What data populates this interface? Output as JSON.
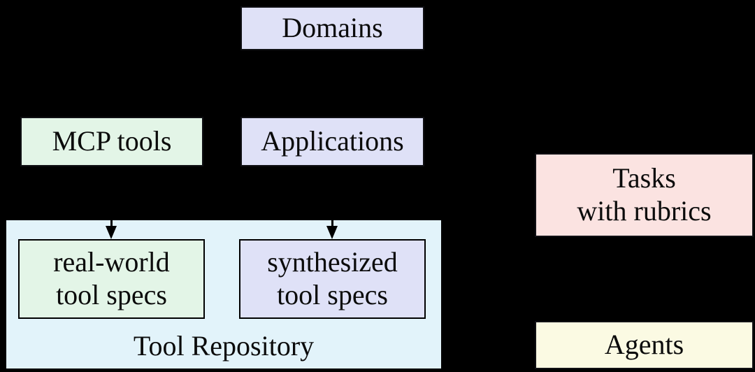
{
  "diagram": {
    "background": "#000000",
    "text_color": "#0b0b0b",
    "nodes": {
      "domains": {
        "label": "Domains",
        "fill": "#dfe1f7"
      },
      "mcp_tools": {
        "label": "MCP tools",
        "fill": "#e3f5e7"
      },
      "applications": {
        "label": "Applications",
        "fill": "#dfe1f7"
      },
      "tasks_with_rubrics": {
        "line1": "Tasks",
        "line2": "with rubrics",
        "fill": "#fbe3e1"
      },
      "tool_repository": {
        "label": "Tool Repository",
        "fill": "#e2f3fa"
      },
      "real_world_tool_specs": {
        "line1": "real-world",
        "line2": "tool specs",
        "fill": "#e3f5e7"
      },
      "synthesized_tool_specs": {
        "line1": "synthesized",
        "line2": "tool specs",
        "fill": "#dfe1f7"
      },
      "agents": {
        "label": "Agents",
        "fill": "#fbfae3"
      }
    },
    "edges": [
      {
        "from": "mcp_tools",
        "to": "real_world_tool_specs",
        "type": "arrow-down",
        "color": "#000000"
      },
      {
        "from": "applications",
        "to": "synthesized_tool_specs",
        "type": "arrow-down",
        "color": "#000000"
      }
    ]
  }
}
